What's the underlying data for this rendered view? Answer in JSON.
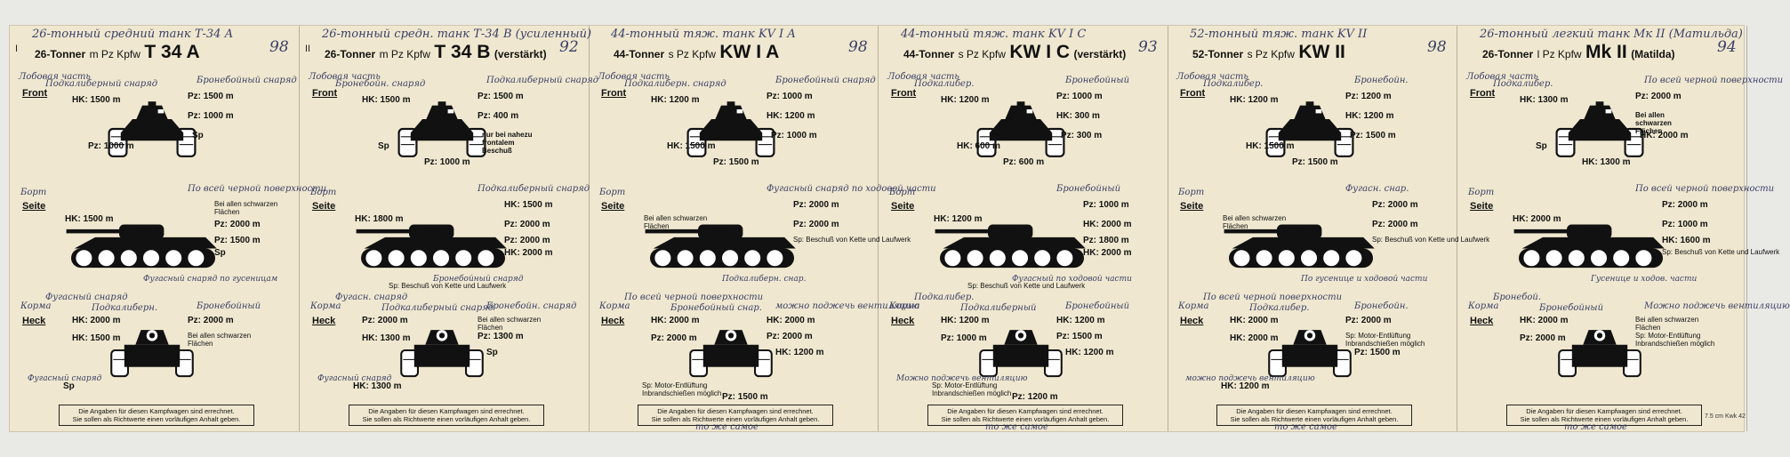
{
  "sections": {
    "front": "Front",
    "side": "Seite",
    "rear": "Heck"
  },
  "footer": {
    "line1": "Die Angaben für diesen Kampfwagen sind errechnet.",
    "line2": "Sie sollen als Richtwerte einen vorläufigen Anhalt geben."
  },
  "panels": [
    {
      "handwritten_title": "26-тонный средний танк Т-34 А",
      "roman": "I",
      "class": "26-Tonner",
      "type": "m Pz Kpfw",
      "name": "T 34 A",
      "suffix": "",
      "page_no": "98",
      "front": {
        "hk1": "HK: 1500 m",
        "pz1": "Pz: 1500 m",
        "pz2": "Pz: 1000 m",
        "sp": "Sp",
        "pz3": "Pz: 1000 m"
      },
      "side": {
        "hk": "HK: 1500 m",
        "note": "Bei allen schwarzen Flächen",
        "pz1": "Pz: 2000 m",
        "pz2": "Pz: 1500 m",
        "sp": "Sp"
      },
      "rear": {
        "hk1": "HK: 2000 m",
        "hk2": "HK: 1500 m",
        "pz1": "Pz: 2000 m",
        "note": "Bei allen schwarzen Flächen",
        "sp": "Sp"
      },
      "hand": {
        "front_label": "Лобовая часть",
        "a": "Подкалиберный снаряд",
        "b": "Бронебойный снаряд",
        "c": "Фугасный снаряд",
        "side": "Борт",
        "d": "По всей черной поверхности",
        "e": "Фугасный снаряд по гусеницам",
        "rear": "Корма",
        "f": "Подкалиберн.",
        "g": "Бронебойный",
        "h": "Фугасный снаряд"
      }
    },
    {
      "handwritten_title": "26-тонный средн. танк Т-34 В (усиленный)",
      "roman": "II",
      "class": "26-Tonner",
      "type": "m Pz Kpfw",
      "name": "T 34 B",
      "suffix": "(verstärkt)",
      "page_no": "92",
      "front": {
        "hk1": "HK: 1500 m",
        "pz1": "Pz: 1500 m",
        "pz2": "Pz: 400 m",
        "note": "nur bei nahezu frontalem Beschuß",
        "sp": "Sp",
        "pz3": "Pz: 1000 m"
      },
      "side": {
        "hk1": "HK: 1800 m",
        "hk2": "HK: 1500 m",
        "pz1": "Pz: 2000 m",
        "pz2": "Pz: 2000 m",
        "hk3": "HK: 2000 m",
        "sp_note": "Sp: Beschuß von Kette und Laufwerk"
      },
      "rear": {
        "pz1": "Pz: 2000 m",
        "hk1": "HK: 1300 m",
        "note": "Bei allen schwarzen Flächen",
        "pz2": "Pz: 1300 m",
        "hk2": "HK: 1300 m",
        "sp": "Sp"
      },
      "hand": {
        "front_label": "Лобовая часть",
        "a": "Бронебойн. снаряд",
        "b": "Подкалиберный снаряд",
        "c": "Фугасн. снаряд",
        "side": "Борт",
        "d": "Подкалиберный снаряд",
        "e": "Бронебойный снаряд",
        "rear": "Корма",
        "f": "Подкалиберный снаряд",
        "g": "Бронебойн. снаряд",
        "h": "Фугасный снаряд"
      }
    },
    {
      "handwritten_title": "44-тонный тяж. танк KV I A",
      "roman": "",
      "class": "44-Tonner",
      "type": "s Pz Kpfw",
      "name": "KW I A",
      "suffix": "",
      "page_no": "98",
      "front": {
        "hk1": "HK: 1200 m",
        "pz1": "Pz: 1000 m",
        "hk2": "HK: 1200 m",
        "pz2": "Pz: 1000 m",
        "hk3": "HK: 1500 m",
        "pz3": "Pz: 1500 m"
      },
      "side": {
        "note": "Bei allen schwarzen Flächen",
        "pz1": "Pz: 2000 m",
        "pz2": "Pz: 2000 m",
        "sp_note": "Sp: Beschuß von Kette und Laufwerk"
      },
      "rear": {
        "hk1": "HK: 2000 m",
        "pz1": "Pz: 2000 m",
        "hk2": "HK: 2000 m",
        "pz2": "Pz: 2000 m",
        "sp_note": "Sp: Motor-Entlüftung Inbrandschießen möglich",
        "hk3": "HK: 1200 m",
        "pz3": "Pz: 1500 m"
      },
      "hand": {
        "front_label": "Лобовая часть",
        "a": "Подкалиберн. снаряд",
        "b": "Бронебойный снаряд",
        "c": "По всей черной поверхности",
        "side": "Борт",
        "d": "Фугасный снаряд по ходовой части",
        "rear": "Корма",
        "e": "Подкалиберн. снар.",
        "f": "Бронебойный снар.",
        "g": "можно поджечь вентиляцию"
      }
    },
    {
      "handwritten_title": "44-тонный тяж. танк KV I C",
      "roman": "",
      "class": "44-Tonner",
      "type": "s Pz Kpfw",
      "name": "KW I C",
      "suffix": "(verstärkt)",
      "page_no": "93",
      "front": {
        "hk1": "HK: 1200 m",
        "pz1": "Pz: 1000 m",
        "hk2": "HK: 300 m",
        "pz2": "Pz: 300 m",
        "hk3": "HK: 600 m",
        "pz3": "Pz: 600 m"
      },
      "side": {
        "hk1": "HK: 1200 m",
        "pz1": "Pz: 1000 m",
        "hk2": "HK: 2000 m",
        "pz2": "Pz: 1800 m",
        "hk3": "HK: 2000 m",
        "sp_note": "Sp: Beschuß von Kette und Laufwerk"
      },
      "rear": {
        "hk1": "HK: 1200 m",
        "pz1": "Pz: 1000 m",
        "hk2": "HK: 1200 m",
        "pz2": "Pz: 1500 m",
        "sp_note": "Sp: Motor-Entlüftung Inbrandschießen möglich",
        "hk3": "HK: 1200 m",
        "pz3": "Pz: 1200 m"
      },
      "hand": {
        "front_label": "Лобовая часть",
        "a": "Подкалибер.",
        "b": "Бронебойный",
        "side": "Борт",
        "c": "Подкалибер.",
        "d": "Бронебойный",
        "e": "Фугасный по ходовой части",
        "rear": "Корма",
        "f": "Подкалиберный",
        "g": "Бронебойный",
        "h": "Можно поджечь вентиляцию"
      }
    },
    {
      "handwritten_title": "52-тонный тяж. танк KV II",
      "roman": "",
      "class": "52-Tonner",
      "type": "s Pz Kpfw",
      "name": "KW II",
      "suffix": "",
      "page_no": "98",
      "front": {
        "hk1": "HK: 1200 m",
        "pz1": "Pz: 1200 m",
        "hk2": "HK: 1200 m",
        "pz2": "Pz: 1500 m",
        "hk3": "HK: 1500 m",
        "pz3": "Pz: 1500 m"
      },
      "side": {
        "note": "Bei allen schwarzen Flächen",
        "pz1": "Pz: 2000 m",
        "pz2": "Pz: 2000 m",
        "sp_note": "Sp: Beschuß von Kette und Laufwerk"
      },
      "rear": {
        "hk1": "HK: 2000 m",
        "hk2": "HK: 2000 m",
        "pz1": "Pz: 2000 m",
        "sp_note": "Sp: Motor-Entlüftung Inbrandschießen möglich",
        "hk3": "HK: 1200 m",
        "pz2": "Pz: 1500 m"
      },
      "hand": {
        "front_label": "Лобовая часть",
        "a": "Подкалибер.",
        "b": "Бронебойн.",
        "side": "Борт",
        "c": "По всей черной поверхности",
        "d": "Фугасн. снар.",
        "e": "По гусенице и ходовой части",
        "rear": "Корма",
        "f": "Подкалибер.",
        "g": "Бронебойн.",
        "h": "можно поджечь вентиляцию"
      }
    },
    {
      "handwritten_title": "26-тонный легкий танк Мк II (Матильда)",
      "roman": "",
      "class": "26-Tonner",
      "type": "l Pz Kpfw",
      "name": "Mk II",
      "suffix": "(Matilda)",
      "page_no": "94",
      "front": {
        "hk1": "HK: 1300 m",
        "pz1": "Pz: 2000 m",
        "note": "Bei allen schwarzen Flächen",
        "hk2": "HK: 2000 m",
        "sp": "Sp",
        "hk3": "HK: 1300 m"
      },
      "side": {
        "hk1": "HK: 2000 m",
        "pz1": "Pz: 2000 m",
        "pz2": "Pz: 1000 m",
        "hk2": "HK: 1600 m",
        "sp_note": "Sp: Beschuß von Kette und Laufwerk"
      },
      "rear": {
        "hk1": "HK: 2000 m",
        "pz1": "Pz: 2000 m",
        "note": "Bei allen schwarzen Flächen",
        "sp_note": "Sp: Motor-Entlüftung Inbrandschießen möglich"
      },
      "hand": {
        "front_label": "Лобовая часть",
        "a": "Подкалибер.",
        "b": "По всей черной поверхности",
        "side": "Борт",
        "c": "Бронебой.",
        "d": "По всей черной поверхности",
        "e": "Гусенице и ходов. части",
        "rear": "Корма",
        "f": "Бронебойный",
        "g": "Можно поджечь вентиляцию"
      },
      "print_mark": "7.5 cm Kwk 42"
    }
  ],
  "bottom_hand": [
    "то же самое",
    "то же самое",
    "то же самое",
    "то же самое"
  ]
}
